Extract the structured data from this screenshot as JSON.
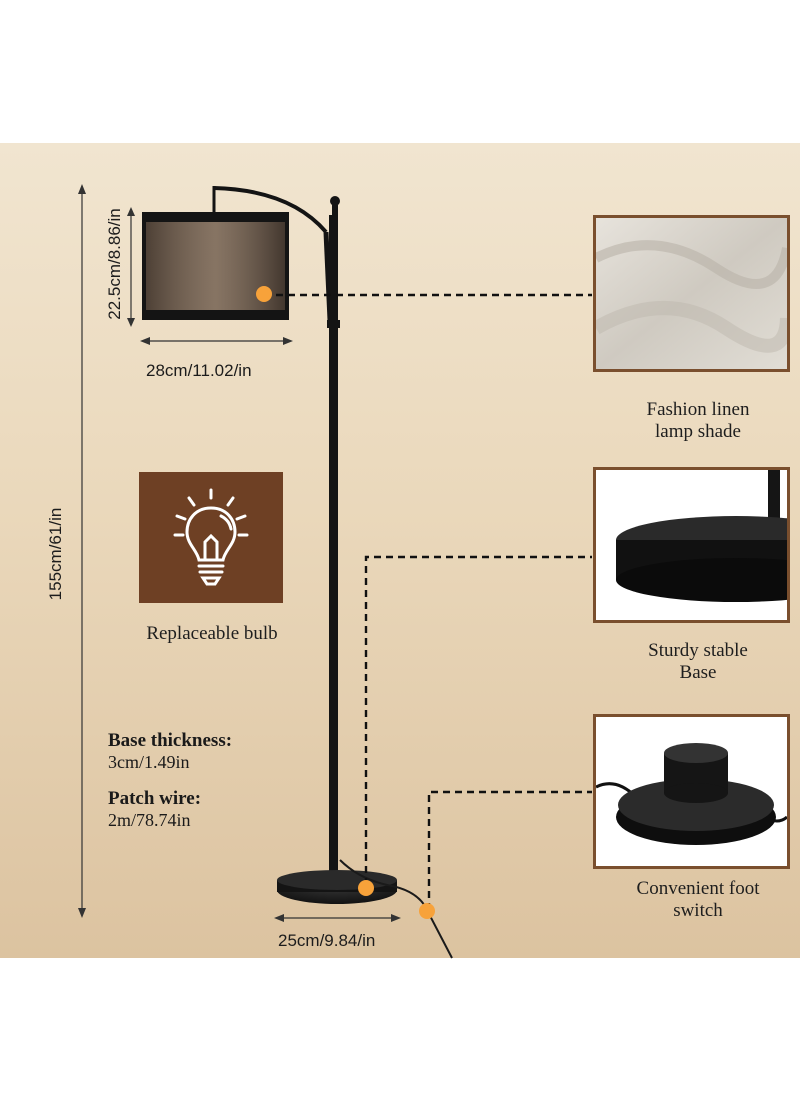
{
  "dimensions": {
    "shade_height": "22.5cm/8.86/in",
    "shade_width": "28cm/11.02/in",
    "total_height": "155cm/61/in",
    "base_width": "25cm/9.84/in"
  },
  "features": {
    "bulb": {
      "label": "Replaceable bulb",
      "icon": "light-bulb-icon"
    },
    "shade": {
      "line1": "Fashion linen",
      "line2": "lamp shade"
    },
    "base": {
      "line1": "Sturdy stable",
      "line2": "Base"
    },
    "switch": {
      "line1": "Convenient foot",
      "line2": "switch"
    }
  },
  "specs": {
    "base_thickness_label": "Base thickness:",
    "base_thickness_value": "3cm/1.49in",
    "patch_wire_label": "Patch wire:",
    "patch_wire_value": "2m/78.74in"
  },
  "colors": {
    "background_top": "#f1e5d0",
    "background_bottom": "#dcc3a0",
    "frame_brown": "#7a4f2e",
    "bulb_tile": "#6e4024",
    "marker_orange": "#f7a23a",
    "lamp_black": "#141414"
  }
}
